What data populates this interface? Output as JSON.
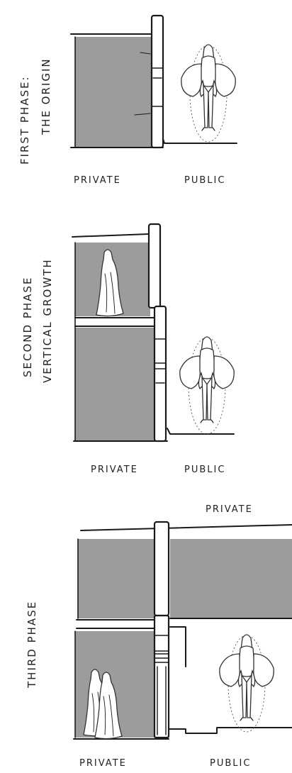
{
  "phases": [
    {
      "title_line1": "FIRST PHASE:",
      "title_line2": "THE ORIGIN",
      "private_label": "PRIVATE",
      "public_label": "PUBLIC"
    },
    {
      "title_line1": "SECOND PHASE",
      "title_line2": "VERTICAL GROWTH",
      "private_label": "PRIVATE",
      "public_label": "PUBLIC"
    },
    {
      "title_line1": "THIRD PHASE",
      "private_label": "PRIVATE",
      "public_label": "PUBLIC",
      "upper_private_label": "PRIVATE"
    }
  ],
  "colors": {
    "private_space": "#9c9c9c",
    "ink": "#1a1a1a",
    "background": "#ffffff"
  }
}
